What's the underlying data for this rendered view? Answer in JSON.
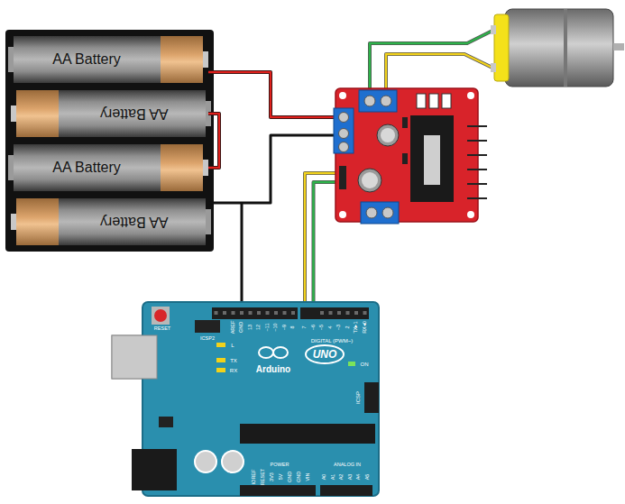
{
  "diagram": {
    "nodes": [
      {
        "text": [
          "AA Battery"
        ]
      },
      {
        "text": [
          "AA Battery"
        ]
      },
      {
        "text": [
          "AA Battery"
        ]
      },
      {
        "text": [
          "AA Battery"
        ]
      }
    ],
    "edges": [
      {
        "from": 1,
        "to": 2,
        "arrow": "none"
      }
    ],
    "labels": [
      "RESET",
      "ICSP2",
      "AREF",
      "GND",
      "13",
      "12",
      "~11",
      "~10",
      "~9",
      "8",
      "7",
      "~6",
      "~5",
      "4",
      "~3",
      "2",
      "TX▸1",
      "RX◂0",
      "DIGITAL (PWM~)",
      "L",
      "TX",
      "RX",
      "Arduino",
      "UNO",
      "ON",
      "ICSP",
      "IOREF",
      "RESET",
      "3V3",
      "5V",
      "GND",
      "GND",
      "VIN",
      "POWER",
      "A0",
      "A1",
      "A2",
      "A3",
      "A4",
      "A5",
      "ANALOG IN"
    ]
  }
}
